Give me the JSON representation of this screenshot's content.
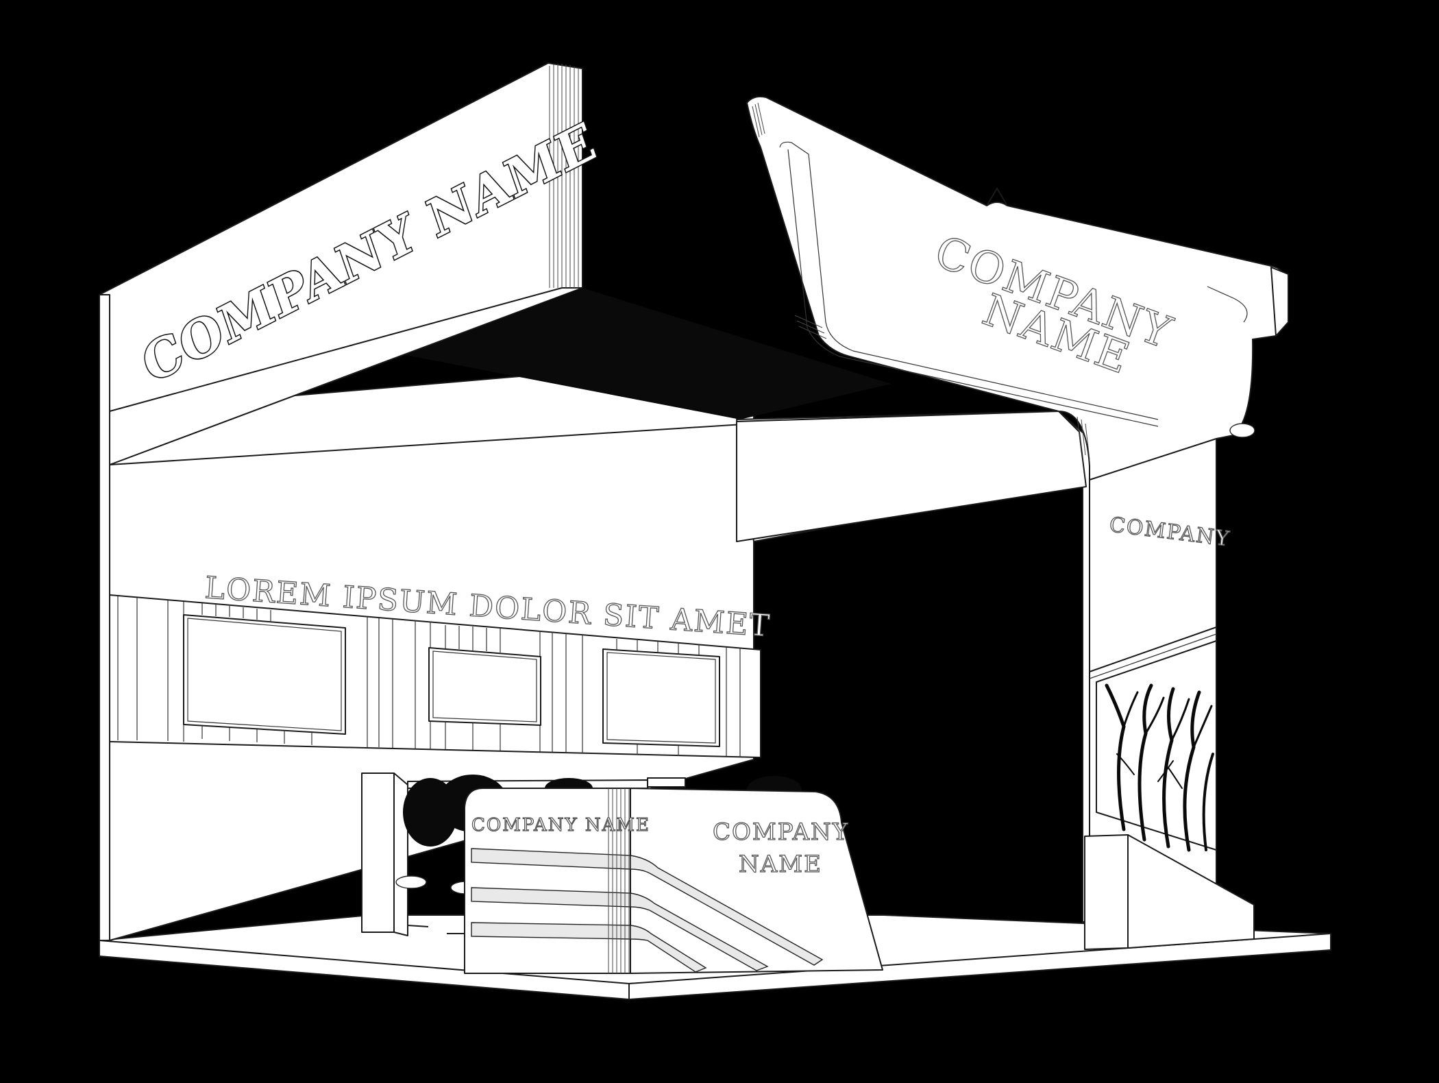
{
  "scene": {
    "type": "3D exhibition booth render (line/clay style)",
    "background_color": "#000000",
    "surface_color": "#ffffff",
    "outline_color": "#1a1a1a"
  },
  "signage": {
    "top_fascia_3d_letters": "COMPANY NAME",
    "arch_header_line1": "COMPANY",
    "arch_header_line2": "NAME",
    "pillar_label": "COMPANY",
    "back_wall_slogan": "LOREM IPSUM DOLOR SIT AMET",
    "counter_front_label": "COMPANY NAME",
    "counter_side_line1": "COMPANY",
    "counter_side_line2": "NAME"
  },
  "elements": {
    "back_wall_screens": 3,
    "counter_stripes": 3,
    "decor": "black tree-branch silhouettes on right pillar panel",
    "seating": "dark mesh lounge chairs behind counter"
  }
}
